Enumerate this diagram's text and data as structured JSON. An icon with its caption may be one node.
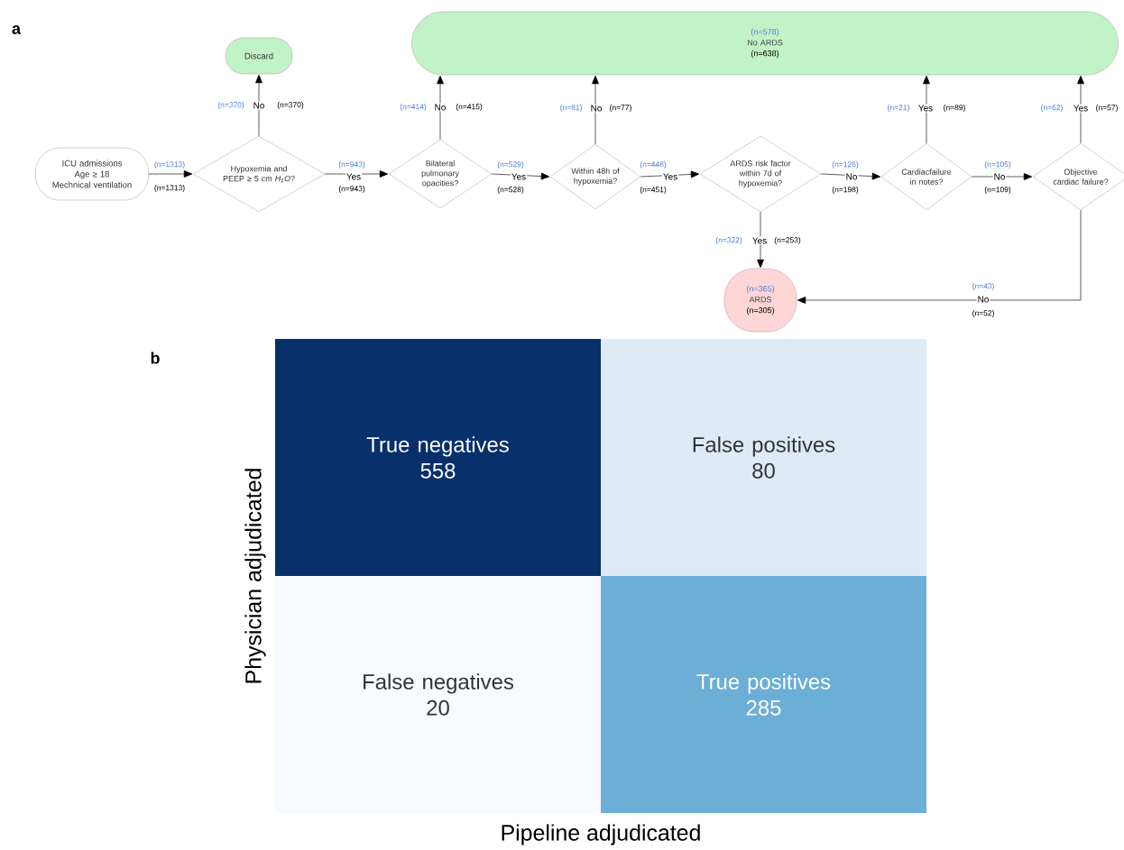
{
  "diagram": {
    "nodes": [
      {
        "text": [
          "ICU admissions",
          "Age ≥ 18",
          "Mechnical ventilation"
        ]
      },
      {
        "text": [
          "Discard"
        ]
      },
      {
        "text": [
          "(n=578)",
          "No ARDS",
          "(n=638)"
        ]
      },
      {
        "text": [
          "Hypoxemia and PEEP ≥ 5 cm *H*$_{2}$*O*?"
        ]
      },
      {
        "text": [
          "Bilateral pulmonary opacities?"
        ]
      },
      {
        "text": [
          "Within 48h of hypoxemia?"
        ]
      },
      {
        "text": [
          "ARDS risk factor within 7d of hypoxemia?"
        ]
      },
      {
        "text": [
          "Cardiacfailure in notes?"
        ]
      },
      {
        "text": [
          "Objective cardiac failure?"
        ]
      },
      {
        "text": [
          "(n=365)",
          "ARDS",
          "(n=305)"
        ]
      },
      {
        "text": [
          "True negatives",
          "558"
        ]
      },
      {
        "text": [
          "False positives",
          "80"
        ]
      },
      {
        "text": [
          "False negatives",
          "20"
        ]
      },
      {
        "text": [
          "True positives",
          "285"
        ]
      }
    ],
    "edges": [
      {
        "from": 0,
        "to": 3,
        "arrow": "to"
      },
      {
        "from": 3,
        "to": 1,
        "arrow": "to",
        "label": "No"
      },
      {
        "from": 3,
        "to": 4,
        "arrow": "to",
        "label": "Yes"
      },
      {
        "from": 4,
        "to": 2,
        "arrow": "to",
        "label": "No"
      },
      {
        "from": 4,
        "to": 5,
        "arrow": "to",
        "label": "Yes"
      },
      {
        "from": 5,
        "to": 2,
        "arrow": "to",
        "label": "No"
      },
      {
        "from": 5,
        "to": 6,
        "arrow": "to",
        "label": "Yes"
      },
      {
        "from": 6,
        "to": 7,
        "arrow": "to",
        "label": "No"
      },
      {
        "from": 6,
        "to": 9,
        "arrow": "to",
        "label": "Yes"
      },
      {
        "from": 7,
        "to": 2,
        "arrow": "to",
        "label": "Yes"
      },
      {
        "from": 7,
        "to": 8,
        "arrow": "to",
        "label": "No"
      },
      {
        "from": 8,
        "to": 2,
        "arrow": "to",
        "label": "Yes"
      },
      {
        "from": 8,
        "to": 9,
        "arrow": "to",
        "label": "No"
      }
    ],
    "labels": [
      "a",
      "(n=1313)",
      "(n=1313)",
      "(n=370)",
      "(n=370)",
      "(n=943)",
      "(n=943)",
      "(n=414)",
      "(n=415)",
      "(n=529)",
      "(n=528)",
      "(n=81)",
      "(n=77)",
      "(n=448)",
      "(n=451)",
      "(n=126)",
      "(n=198)",
      "(n=21)",
      "(n=89)",
      "(n=105)",
      "(n=109)",
      "(n=62)",
      "(n=57)",
      "(n=322)",
      "(n=253)",
      "(n=43)",
      "(n=52)",
      "b",
      "Physician adjudicated",
      "Pipeline adjudicated"
    ]
  }
}
